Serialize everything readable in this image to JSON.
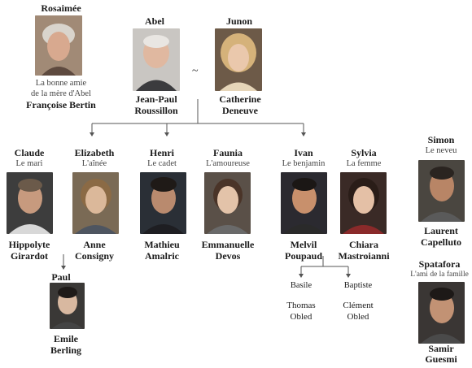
{
  "people": {
    "rosaimee": {
      "name": "Rosaimée",
      "role1": "La bonne amie",
      "role2": "de la mère d'Abel",
      "actor": "Françoise Bertin",
      "photo": "portrait-elderly-woman"
    },
    "abel": {
      "name": "Abel",
      "actor1": "Jean-Paul",
      "actor2": "Roussillon",
      "photo": "portrait-elderly-man"
    },
    "junon": {
      "name": "Junon",
      "actor1": "Catherine",
      "actor2": "Deneuve",
      "photo": "portrait-blonde-woman"
    },
    "claude": {
      "name": "Claude",
      "role": "Le mari",
      "actor1": "Hippolyte",
      "actor2": "Girardot",
      "photo": "portrait-man"
    },
    "elizabeth": {
      "name": "Elizabeth",
      "role": "L'aînée",
      "actor1": "Anne",
      "actor2": "Consigny",
      "photo": "portrait-woman"
    },
    "henri": {
      "name": "Henri",
      "role": "Le cadet",
      "actor1": "Mathieu",
      "actor2": "Amalric",
      "photo": "portrait-man"
    },
    "faunia": {
      "name": "Faunia",
      "role": "L'amoureuse",
      "actor1": "Emmanuelle",
      "actor2": "Devos",
      "photo": "portrait-woman"
    },
    "ivan": {
      "name": "Ivan",
      "role": "Le benjamin",
      "actor1": "Melvil",
      "actor2": "Poupaud",
      "photo": "portrait-man"
    },
    "sylvia": {
      "name": "Sylvia",
      "role": "La femme",
      "actor1": "Chiara",
      "actor2": "Mastroianni",
      "photo": "portrait-woman"
    },
    "simon": {
      "name": "Simon",
      "role": "Le neveu",
      "actor1": "Laurent",
      "actor2": "Capelluto",
      "photo": "portrait-man"
    },
    "paul": {
      "name": "Paul",
      "actor1": "Emile",
      "actor2": "Berling",
      "photo": "portrait-boy"
    },
    "spatafora": {
      "name": "Spatafora",
      "role": "L'ami de la famille",
      "actor1": "Samir",
      "actor2": "Guesmi",
      "photo": "portrait-man"
    },
    "basile": {
      "name": "Basile",
      "actor1": "Thomas",
      "actor2": "Obled"
    },
    "baptiste": {
      "name": "Baptiste",
      "actor1": "Clément",
      "actor2": "Obled"
    }
  },
  "marriage_symbol": "~",
  "colors": {
    "line": "#555555",
    "text": "#1a1a1a",
    "role": "#444444"
  }
}
